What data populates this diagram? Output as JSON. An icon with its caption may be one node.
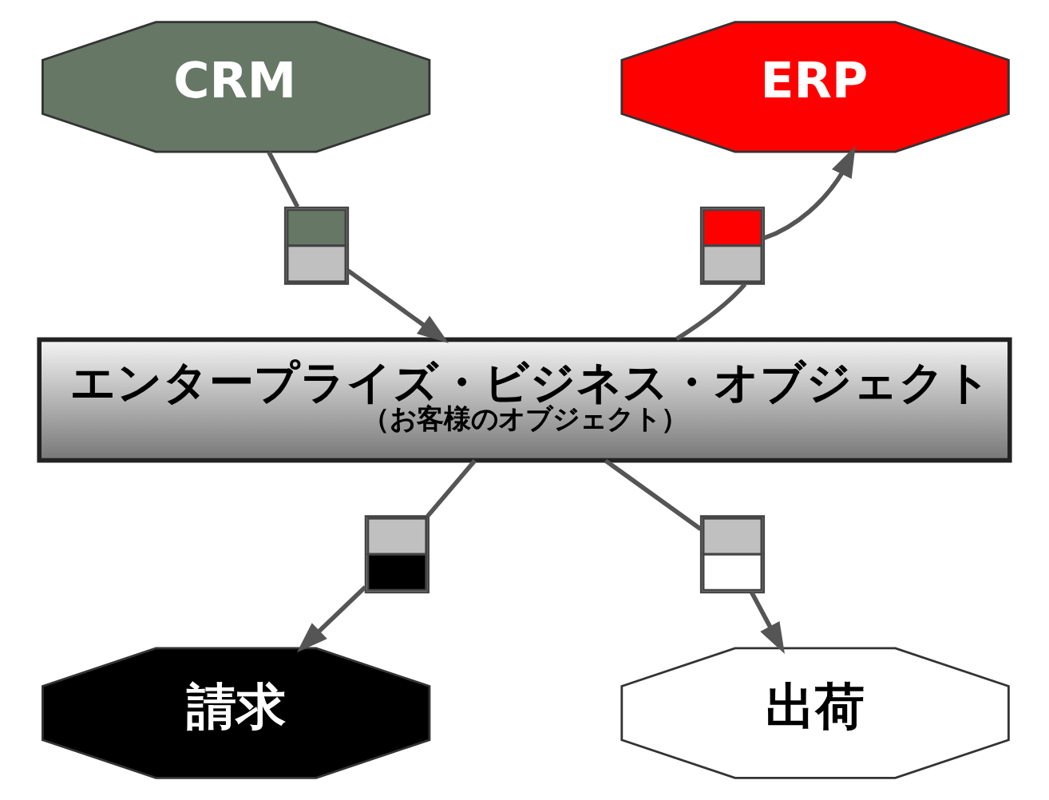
{
  "diagram": {
    "nodes": [
      {
        "text": [
          "CRM"
        ]
      },
      {
        "text": [
          "ERP"
        ]
      },
      {
        "text": [],
        "shape": "box"
      },
      {
        "text": [],
        "shape": "box"
      },
      {
        "text": [
          "エンタープライズ・ビジネス・オブジェクト",
          "（お客様のオブジェクト）"
        ]
      },
      {
        "text": [],
        "shape": "box"
      },
      {
        "text": [],
        "shape": "box"
      },
      {
        "text": [
          "請求"
        ]
      },
      {
        "text": [
          "出荷"
        ]
      }
    ],
    "edges": [
      {
        "from": 0,
        "to": 2,
        "arrow": "none"
      },
      {
        "from": 2,
        "to": 4,
        "arrow": "to"
      },
      {
        "from": 4,
        "to": 3,
        "arrow": "none"
      },
      {
        "from": 3,
        "to": 1,
        "arrow": "to"
      },
      {
        "from": 4,
        "to": 5,
        "arrow": "none"
      },
      {
        "from": 5,
        "to": 7,
        "arrow": "to"
      },
      {
        "from": 4,
        "to": 6,
        "arrow": "none"
      },
      {
        "from": 6,
        "to": 8,
        "arrow": "to"
      }
    ]
  }
}
